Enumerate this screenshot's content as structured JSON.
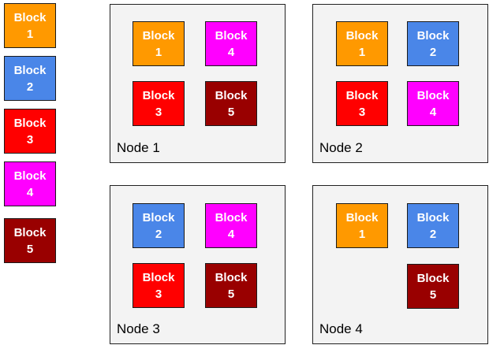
{
  "legend_blocks": [
    {
      "label": "Block",
      "num": "1",
      "color": "#ff9900"
    },
    {
      "label": "Block",
      "num": "2",
      "color": "#4a86e8"
    },
    {
      "label": "Block",
      "num": "3",
      "color": "#ff0000"
    },
    {
      "label": "Block",
      "num": "4",
      "color": "#ff00ff"
    },
    {
      "label": "Block",
      "num": "5",
      "color": "#990000"
    }
  ],
  "nodes": [
    {
      "title": "Node 1",
      "blocks": [
        {
          "label": "Block",
          "num": "1",
          "color": "#ff9900"
        },
        {
          "label": "Block",
          "num": "4",
          "color": "#ff00ff"
        },
        {
          "label": "Block",
          "num": "3",
          "color": "#ff0000"
        },
        {
          "label": "Block",
          "num": "5",
          "color": "#990000"
        }
      ]
    },
    {
      "title": "Node 2",
      "blocks": [
        {
          "label": "Block",
          "num": "1",
          "color": "#ff9900"
        },
        {
          "label": "Block",
          "num": "2",
          "color": "#4a86e8"
        },
        {
          "label": "Block",
          "num": "3",
          "color": "#ff0000"
        },
        {
          "label": "Block",
          "num": "4",
          "color": "#ff00ff"
        }
      ]
    },
    {
      "title": "Node 3",
      "blocks": [
        {
          "label": "Block",
          "num": "2",
          "color": "#4a86e8"
        },
        {
          "label": "Block",
          "num": "4",
          "color": "#ff00ff"
        },
        {
          "label": "Block",
          "num": "3",
          "color": "#ff0000"
        },
        {
          "label": "Block",
          "num": "5",
          "color": "#990000"
        }
      ]
    },
    {
      "title": "Node 4",
      "blocks": [
        {
          "label": "Block",
          "num": "1",
          "color": "#ff9900"
        },
        {
          "label": "Block",
          "num": "2",
          "color": "#4a86e8"
        },
        {
          "label": "Block",
          "num": "5",
          "color": "#990000"
        }
      ]
    }
  ]
}
